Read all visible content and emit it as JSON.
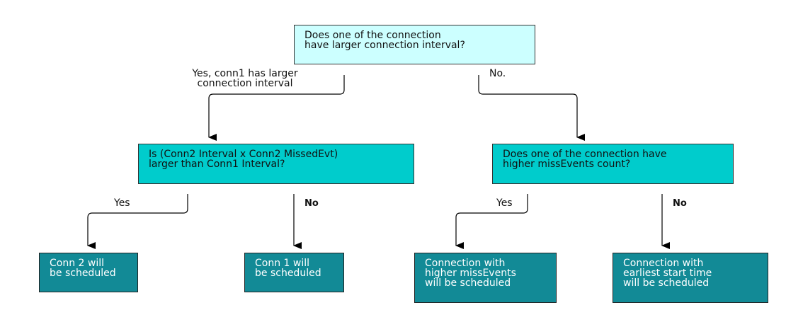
{
  "root": {
    "question": [
      "Does one of the connection",
      "have larger connection interval?"
    ]
  },
  "left_branch": {
    "label": [
      "Yes, conn1 has larger",
      "connection interval"
    ],
    "question": [
      "Is (Conn2 Interval x Conn2 MissedEvt)",
      "larger than Conn1 Interval?"
    ],
    "yes_label": "Yes",
    "no_label": "No",
    "yes_result": [
      "Conn 2 will",
      "be scheduled"
    ],
    "no_result": [
      "Conn 1 will",
      "be scheduled"
    ]
  },
  "right_branch": {
    "label": "No.",
    "question": [
      "Does one of the connection have",
      "higher missEvents count?"
    ],
    "yes_label": "Yes",
    "no_label": "No",
    "yes_result": [
      "Connection with",
      "higher missEvents",
      "will be scheduled"
    ],
    "no_result": [
      "Connection with",
      "earliest start time",
      "will be scheduled"
    ]
  },
  "colors": {
    "root_fill": "#ccffff",
    "question_fill": "#00cccc",
    "result_fill": "#128a96"
  }
}
